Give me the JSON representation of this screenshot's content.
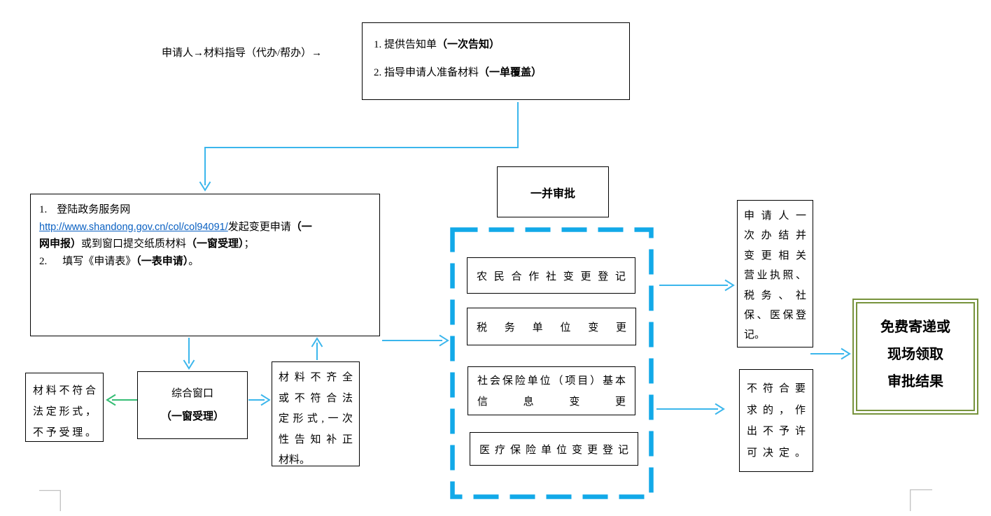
{
  "colors": {
    "arrow_blue": "#3BB6EC",
    "dash_blue": "#12A9E8",
    "arrow_green": "#35BD74",
    "olive_border": "#77933C",
    "link_blue": "#0B61C2",
    "mark_gray": "#C0C0C0"
  },
  "top": {
    "label": "申请人→材料指导（代办/帮办）→",
    "notice_box": {
      "line1": "1. 提供告知单",
      "line1_bold": "（一次告知）",
      "line2": "2. 指导申请人准备材料",
      "line2_bold": "（一单覆盖）"
    }
  },
  "portal_box": {
    "item1_prefix": "1.",
    "item1_text": "登陆政务服务网",
    "url": "http://www.shandong.gov.cn/col/col94091/",
    "after_url": "发起变更申请",
    "bold_open": "（一",
    "bold_cont": "网申报）",
    "mid_text": "或到窗口提交纸质材料",
    "bold2": "（一窗受理）",
    "semicolon": "；",
    "item2_prefix": "2.",
    "item2_text": "填写《申请表》",
    "item2_bold": "（一表申请）",
    "period": "。"
  },
  "window_box": {
    "line1": "综合窗口",
    "line2": "（一窗受理）"
  },
  "reject_box": {
    "lines": [
      "材料不符合",
      "法定形式，",
      "不予受理。"
    ]
  },
  "supplement_box": {
    "lines": [
      "材料不齐全",
      "或不符合法",
      "定形式,一次",
      "性告知补正",
      "材料。"
    ]
  },
  "approval_label": "一并审批",
  "batch_items": {
    "coop": "农民合作社变更登记",
    "tax": "税务单位变更",
    "social_line1": "社会保险单位（项目）基本",
    "social_line2": "信息变更",
    "medical": "医疗保险单位变更登记"
  },
  "result_box": {
    "lines": [
      "申请人一",
      "次办结并",
      "变更相关",
      "营业执照、",
      "税务、社",
      "保、医保登",
      "记。"
    ]
  },
  "deny_box": {
    "lines": [
      "不符合要",
      "求的，作",
      "出不予许",
      "可决定。"
    ]
  },
  "final_box": {
    "lines": [
      "免费寄递或",
      "现场领取",
      "审批结果"
    ]
  }
}
